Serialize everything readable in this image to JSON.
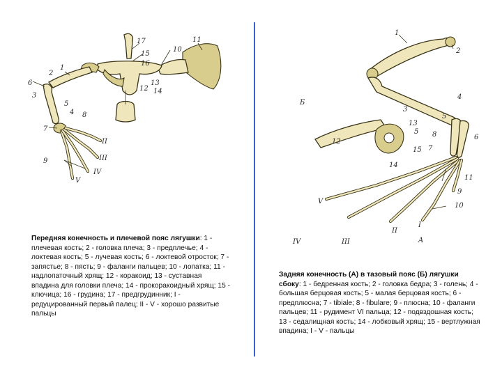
{
  "left_caption": {
    "title": "Передняя конечность и плечевой пояс лягушки",
    "body": ": 1 - плечевая кость; 2 - головка плеча; 3 - предплечье; 4 - локтевая кость; 5 - лучевая кость; 6 - локтевой отросток; 7 - запястье; 8 - пясть; 9 - фаланги пальцев; 10 - лопатка; 11 - надлопаточный хрящ; 12 - коракоид; 13 - суставная впадина для головки плеча; 14 - прокоракоидный хрящ; 15 - ключица; 16 - грудина; 17 - предгрудинник; I - редуцированный первый палец; II - V - хорошо развитые пальцы"
  },
  "right_caption": {
    "title": "Задняя конечность (А) в тазовый пояс (Б) лягушки сбоку",
    "body": ": 1 - бедренная кость; 2 - головка бедра; 3 - голень; 4 - большая берцовая кость; 5 - малая берцовая кость; 6 - предплюсна; 7 - tibiale; 8 - fibulare; 9 - плюсна; 10 - фаланги пальцев; 11 - рудимент VI пальца; 12 - подвздошная кость; 13 - седалищная кость; 14 - лобковый хрящ; 15 - вертлужная впадина; I - V - пальцы"
  },
  "left_figure_labels": {
    "l1": "1",
    "l2": "2",
    "l3": "3",
    "l4": "4",
    "l5": "5",
    "l6": "6",
    "l7": "7",
    "l8": "8",
    "l9": "9",
    "l10": "10",
    "l11": "11",
    "l12": "12",
    "l13": "13",
    "l14": "14",
    "l15": "15",
    "l16": "16",
    "l17": "17",
    "d2": "II",
    "d3": "III",
    "d4": "IV",
    "d5": "V"
  },
  "right_figure_labels": {
    "r1": "1",
    "r2": "2",
    "r3": "3",
    "r4": "4",
    "r5": "5",
    "r6": "6",
    "r7": "7",
    "r8": "8",
    "r9": "9",
    "r10": "10",
    "r11": "11",
    "r12": "12",
    "r13": "13",
    "r14": "14",
    "r15": "15",
    "pelvis": "Б",
    "limb": "A",
    "t1": "I",
    "t2": "II",
    "t3": "III",
    "t4": "IV",
    "t5": "V"
  }
}
